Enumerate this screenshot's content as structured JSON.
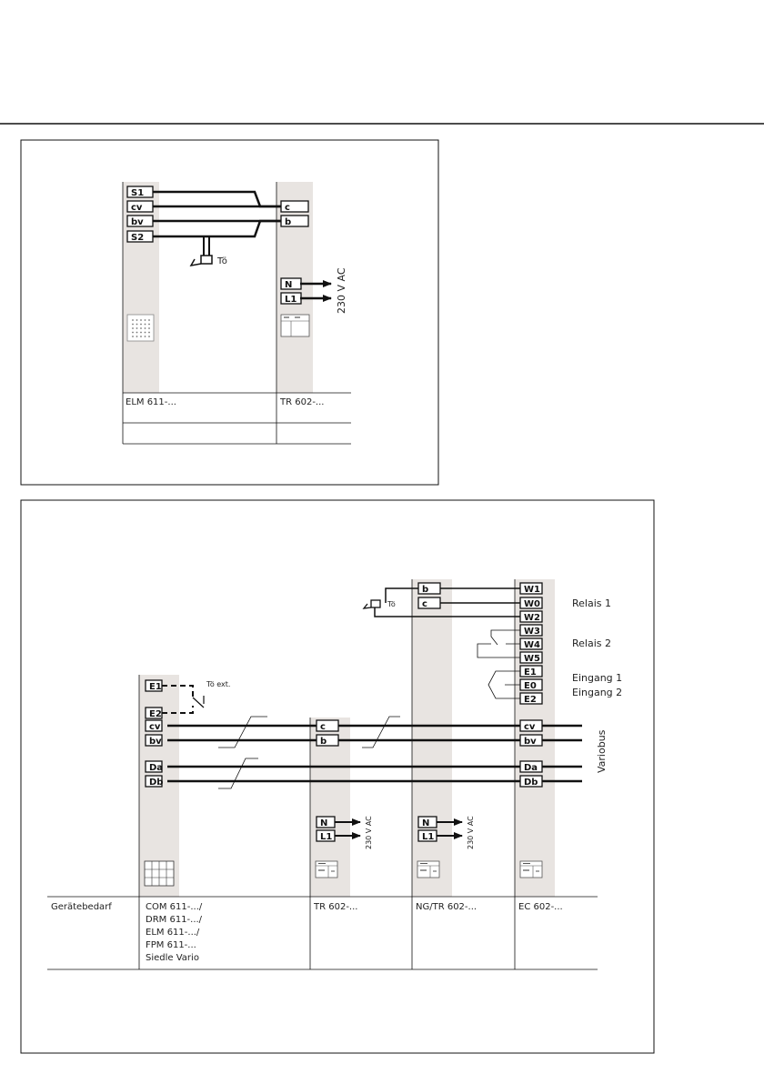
{
  "diagram1": {
    "left_terminals": [
      "S1",
      "cv",
      "bv",
      "S2"
    ],
    "right_terminals": [
      "c",
      "b"
    ],
    "power_terminals": [
      "N",
      "L1"
    ],
    "button_label": "Tö",
    "voltage_label": "230 V AC",
    "devices": [
      "ELM 611-...",
      "TR 602-..."
    ]
  },
  "diagram2": {
    "ng_terminals": [
      "b",
      "c"
    ],
    "ec_terminals": [
      "W1",
      "W0",
      "W2",
      "W3",
      "W4",
      "W5",
      "E1",
      "E0",
      "E2",
      "cv",
      "bv",
      "Da",
      "Db"
    ],
    "com_terminals": [
      "E1",
      "E2",
      "cv",
      "bv",
      "Da",
      "Db"
    ],
    "tr_terminals": [
      "c",
      "b"
    ],
    "power_terminals": [
      "N",
      "L1"
    ],
    "button_label": "Tö",
    "ext_button_label": "Tö ext.",
    "voltage_label": "230 V AC",
    "right_labels": {
      "relais1": "Relais 1",
      "relais2": "Relais 2",
      "eingang1": "Eingang 1",
      "eingang2": "Eingang 2",
      "bus": "Variobus"
    },
    "table": {
      "header": "Gerätebedarf",
      "columns": [
        [
          "COM 611-.../",
          "DRM 611-.../",
          "ELM 611-.../",
          "FPM 611-...",
          "Siedle Vario"
        ],
        [
          "TR 602-..."
        ],
        [
          "NG/TR 602-..."
        ],
        [
          "EC 602-..."
        ]
      ]
    }
  }
}
